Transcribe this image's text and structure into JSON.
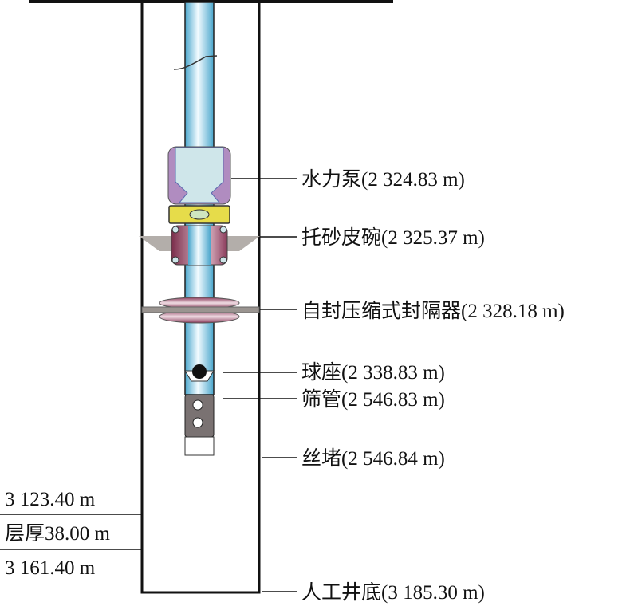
{
  "components": [
    {
      "name": "水力泵",
      "depth": "(2 324.83 m)"
    },
    {
      "name": "托砂皮碗",
      "depth": "(2 325.37 m)"
    },
    {
      "name": "自封压缩式封隔器",
      "depth": "(2 328.18 m)"
    },
    {
      "name": "球座",
      "depth": "(2 338.83 m)"
    },
    {
      "name": "筛管",
      "depth": "(2 546.83 m)"
    },
    {
      "name": "丝堵",
      "depth": "(2 546.84 m)"
    },
    {
      "name": "人工井底",
      "depth": "(3 185.30 m)"
    }
  ],
  "formation": {
    "top": "3 123.40 m",
    "thickness": "层厚38.00 m",
    "bottom": "3 161.40 m"
  },
  "colors": {
    "tubing": "#6cb8d8",
    "pump": "#b08cc0",
    "collar": "#e6dc4a",
    "cup": "#8a3a5a",
    "screen": "#7a7272"
  }
}
